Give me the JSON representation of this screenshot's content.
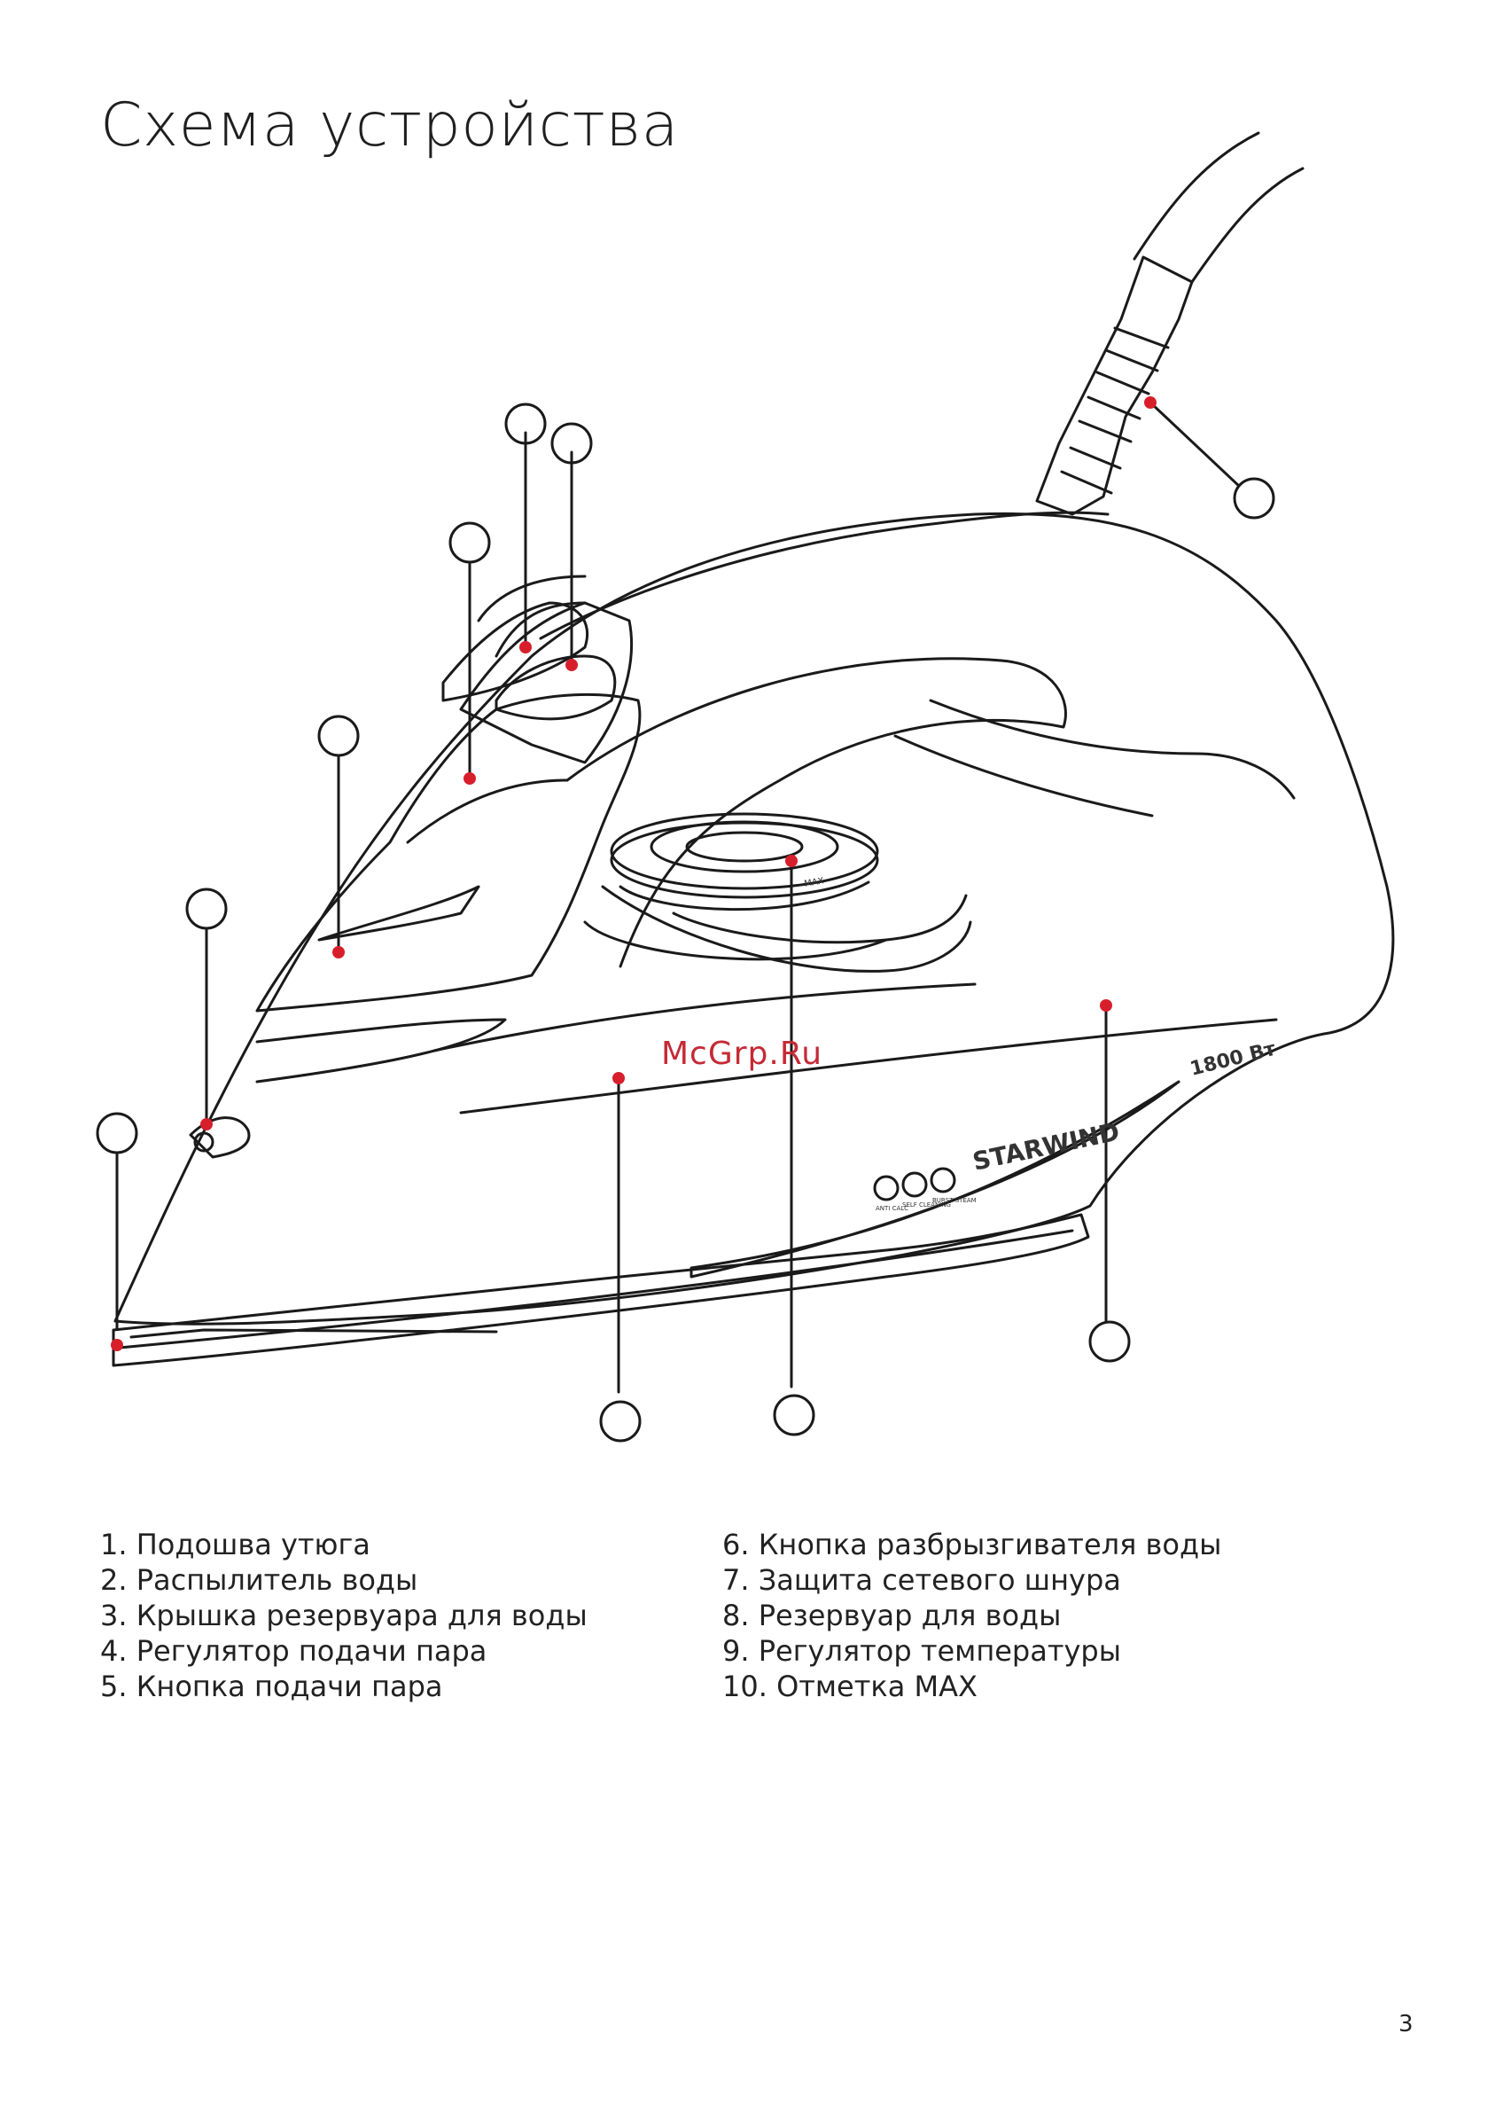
{
  "page": {
    "title": "Схема устройства",
    "page_number": "3",
    "watermark": "McGrp.Ru"
  },
  "device": {
    "brand": "STARWIND",
    "power": "1800 Вт",
    "icon_labels": [
      "ANTI CALC",
      "SELF CLEANING",
      "BURST STEAM"
    ],
    "dial_mark": "MAX"
  },
  "legend": {
    "left": [
      "1. Подошва утюга",
      "2. Распылитель воды",
      "3. Крышка резервуара для воды",
      "4. Регулятор подачи пара",
      "5. Кнопка подачи пара"
    ],
    "right": [
      "6. Кнопка разбрызгивателя воды",
      "7. Защита сетевого шнура",
      "8. Резервуар для воды",
      "9. Регулятор температуры",
      "10. Отметка MAX"
    ]
  },
  "colors": {
    "line": "#1a1a1a",
    "marker": "#d71f2c",
    "watermark": "#c52a35"
  }
}
